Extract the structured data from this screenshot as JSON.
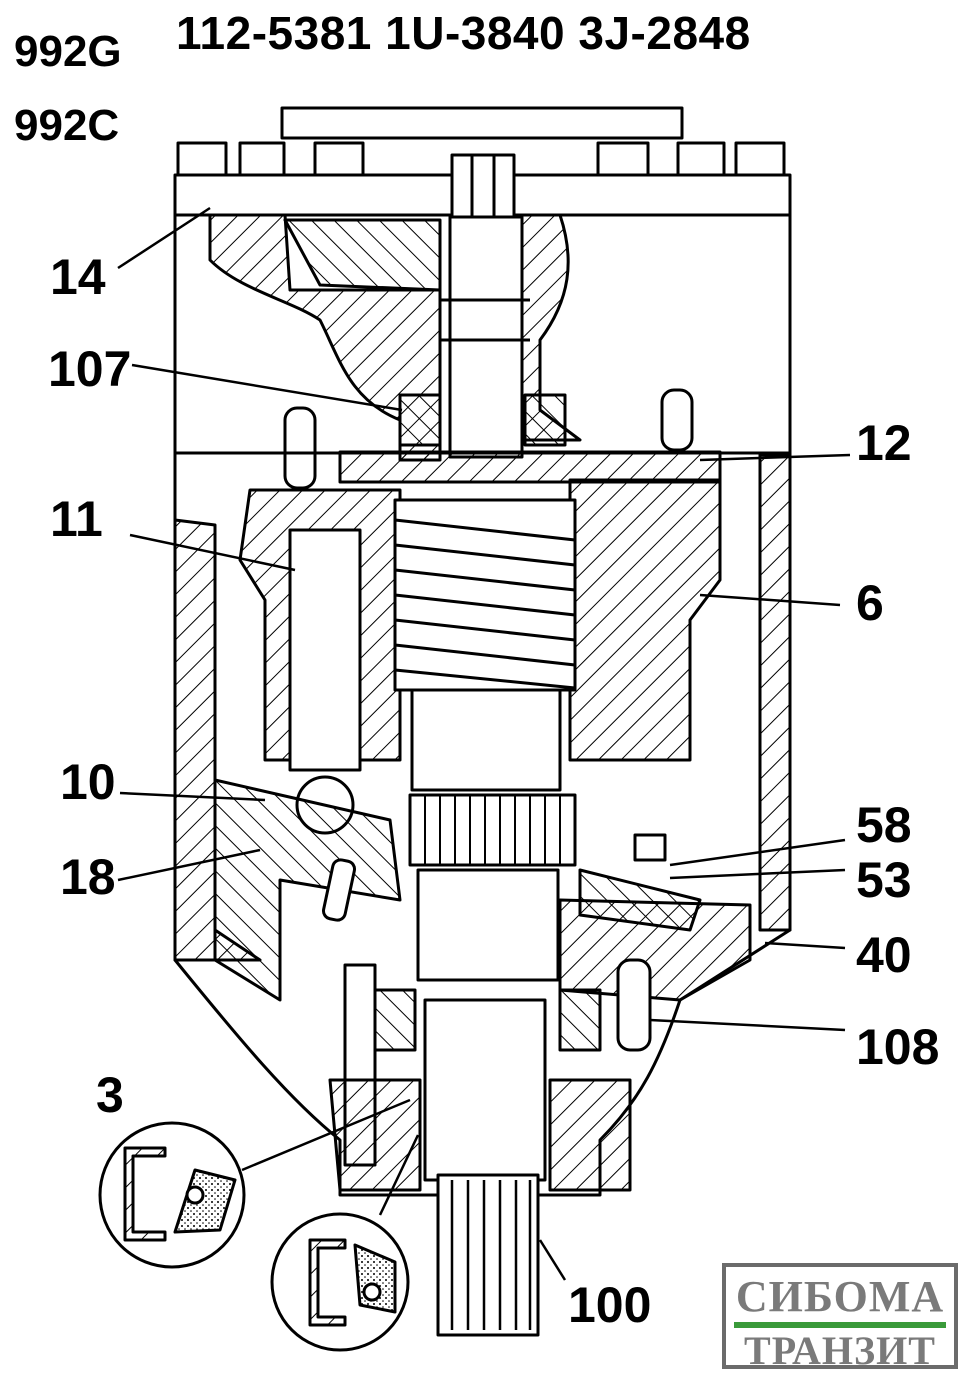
{
  "header": {
    "model_1": "992G",
    "model_2": "992C",
    "part_numbers": "112-5381 1U-3840 3J-2848"
  },
  "callouts": [
    {
      "id": "14",
      "label": "14"
    },
    {
      "id": "107",
      "label": "107"
    },
    {
      "id": "12",
      "label": "12"
    },
    {
      "id": "11",
      "label": "11"
    },
    {
      "id": "6",
      "label": "6"
    },
    {
      "id": "10",
      "label": "10"
    },
    {
      "id": "58",
      "label": "58"
    },
    {
      "id": "18",
      "label": "18"
    },
    {
      "id": "53",
      "label": "53"
    },
    {
      "id": "40",
      "label": "40"
    },
    {
      "id": "108",
      "label": "108"
    },
    {
      "id": "3",
      "label": "3"
    },
    {
      "id": "100",
      "label": "100"
    }
  ],
  "logo": {
    "top_text": "СИБОМА",
    "bottom_text": "ТРАНЗИТ",
    "accent_color": "#3a9a3a",
    "text_color": "#7a7a7a"
  }
}
